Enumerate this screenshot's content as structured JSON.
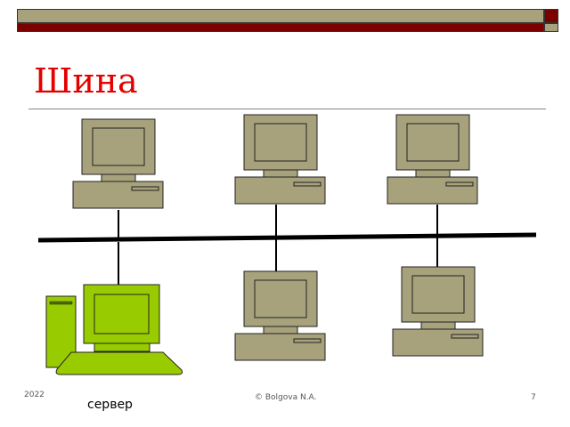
{
  "title": "Шина",
  "server_label": "сервер",
  "footer": {
    "year": "2022",
    "author": "© Bolgova N.A.",
    "page": "7"
  },
  "colors": {
    "title": "#e50000",
    "workstation": "#a7a27c",
    "server": "#99cc00",
    "bar_dark_red": "#7b0000",
    "bar_olive": "#a7a27c"
  }
}
